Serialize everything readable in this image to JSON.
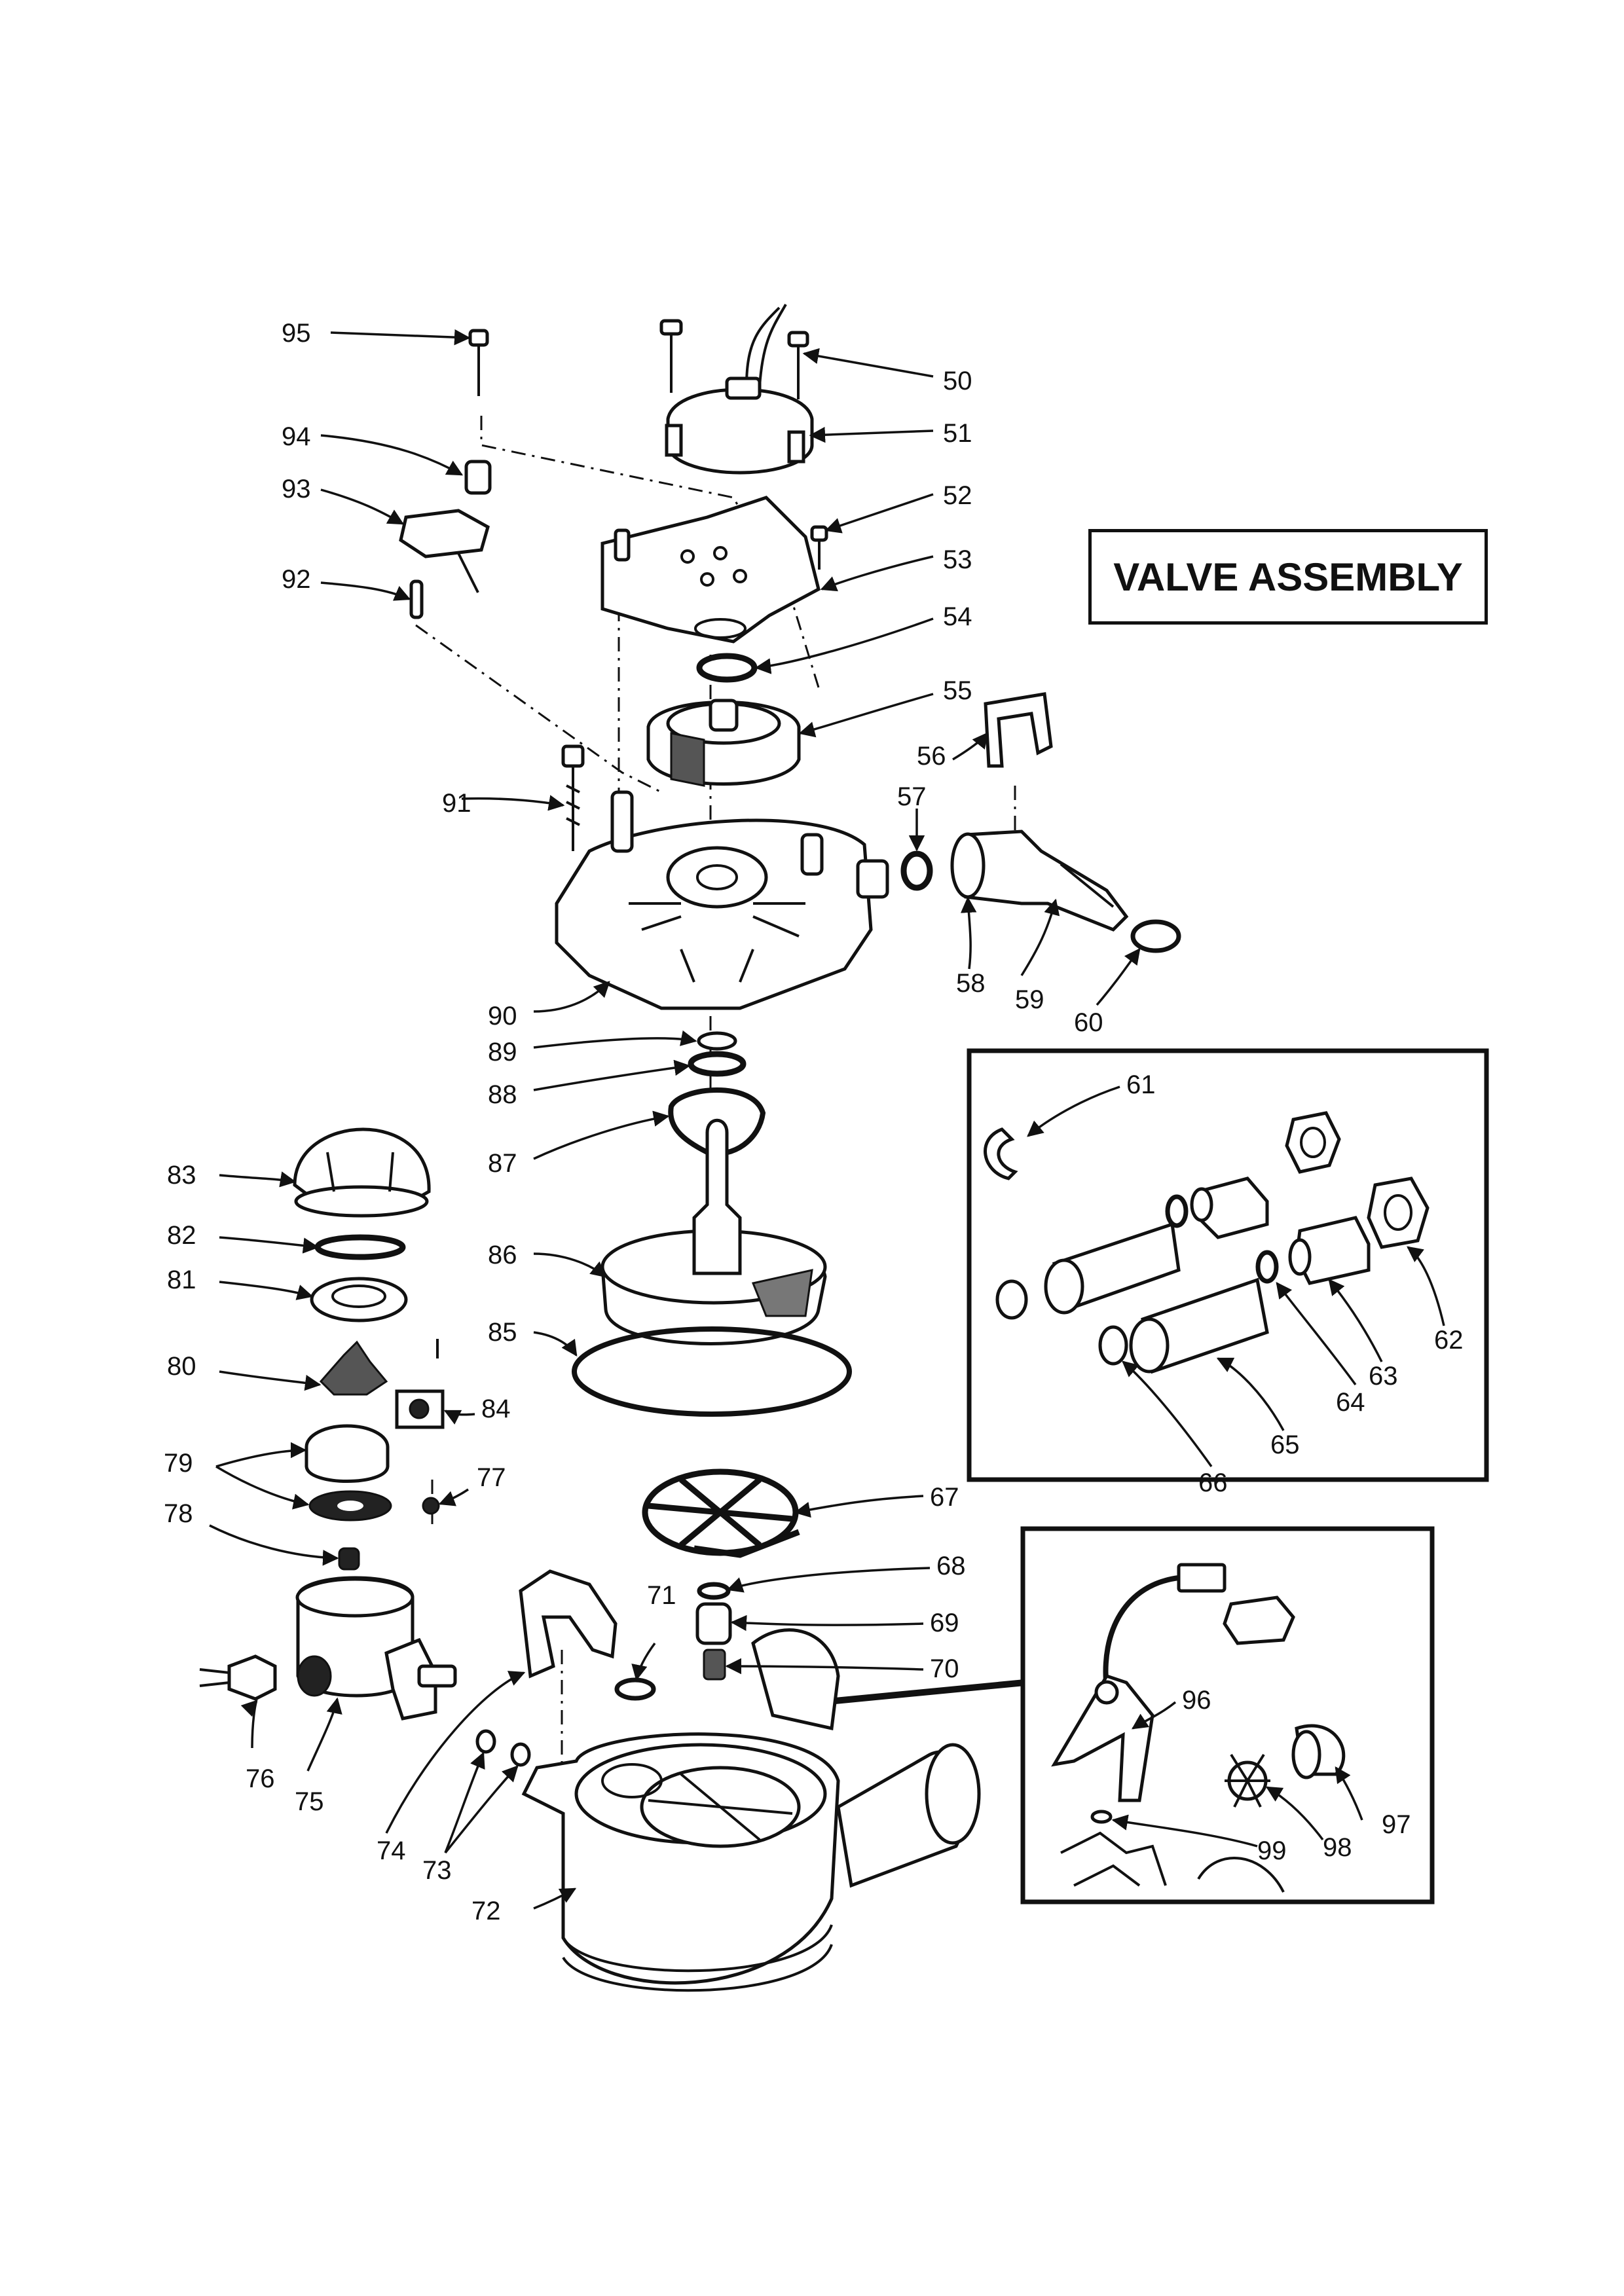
{
  "title": "VALVE ASSEMBLY",
  "parts": [
    "50",
    "51",
    "52",
    "53",
    "54",
    "55",
    "56",
    "57",
    "58",
    "59",
    "60",
    "61",
    "62",
    "63",
    "64",
    "65",
    "66",
    "67",
    "68",
    "69",
    "70",
    "71",
    "72",
    "73",
    "74",
    "75",
    "76",
    "77",
    "78",
    "79",
    "80",
    "81",
    "82",
    "83",
    "84",
    "85",
    "86",
    "87",
    "88",
    "89",
    "90",
    "91",
    "92",
    "93",
    "94",
    "95",
    "96",
    "97",
    "98",
    "99"
  ]
}
